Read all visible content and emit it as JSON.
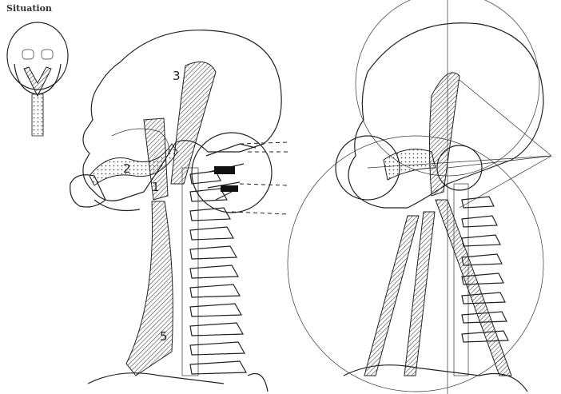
{
  "situation": {
    "label": "Situation"
  },
  "labels": {
    "n1": "1",
    "n2": "2",
    "n3": "3",
    "n5": "5"
  }
}
